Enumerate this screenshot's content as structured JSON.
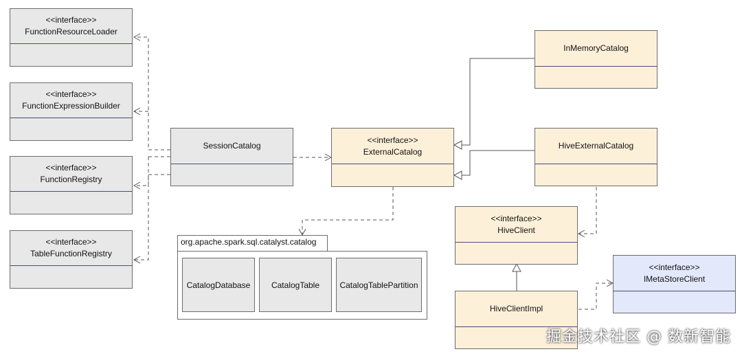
{
  "stereotype": "<<interface>>",
  "boxes": {
    "function_resource_loader": "FunctionResourceLoader",
    "function_expression_builder": "FunctionExpressionBuilder",
    "function_registry": "FunctionRegistry",
    "table_function_registry": "TableFunctionRegistry",
    "session_catalog": "SessionCatalog",
    "external_catalog": "ExternalCatalog",
    "in_memory_catalog": "InMemoryCatalog",
    "hive_external_catalog": "HiveExternalCatalog",
    "hive_client": "HiveClient",
    "hive_client_impl": "HiveClientImpl",
    "imetastore_client": "IMetaStoreClient"
  },
  "package": {
    "name": "org.apache.spark.sql.catalyst.catalog",
    "classes": [
      "CatalogDatabase",
      "CatalogTable",
      "CatalogTablePartition"
    ]
  },
  "watermark": "掘金技术社区 @ 数新智能",
  "colors": {
    "interface_gray": "#e8e8e8",
    "class_beige": "#fdf0d9",
    "external_blue": "#e3e8fb",
    "border": "#6b6b6b"
  }
}
